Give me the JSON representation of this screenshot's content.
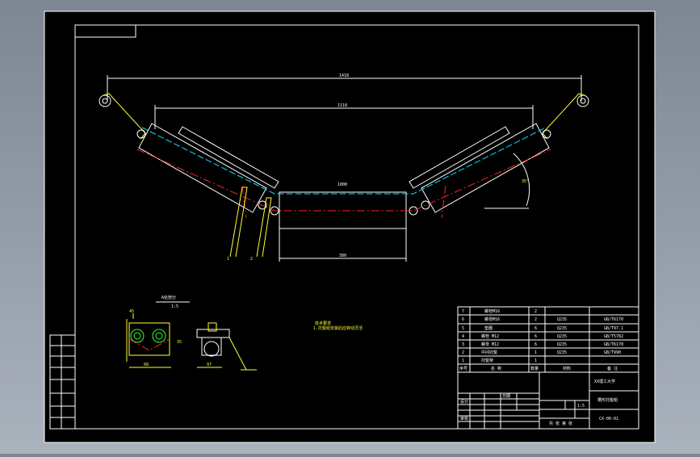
{
  "drawing": {
    "dimensions": {
      "total_width": "1418",
      "inner_width": "1118",
      "top_roller_length": "1000",
      "bottom_roller_length": "380",
      "angle": "35°",
      "bracket_label_1": "1",
      "bracket_label_2": "2"
    },
    "detail_view": {
      "title": "A处剖分",
      "scale": "1:5",
      "dim_width": "68",
      "dim_height": "35",
      "dim_side": "97",
      "dim_top": "45"
    },
    "tech_notes": {
      "title": "技术要求",
      "line1": "1.托辊组安装后应转动灵活"
    },
    "bom": {
      "rows": [
        {
          "no": "7",
          "name": "螺栓M16",
          "qty": "2",
          "mat": "",
          "note": ""
        },
        {
          "no": "6",
          "name": "螺母M16",
          "qty": "2",
          "mat": "Q235",
          "note": "GB/T6170"
        },
        {
          "no": "5",
          "name": "垫圈",
          "qty": "6",
          "mat": "Q235",
          "note": "GB/T97.1"
        },
        {
          "no": "4",
          "name": "螺栓 M12",
          "qty": "6",
          "mat": "Q235",
          "note": "GB/T5782"
        },
        {
          "no": "3",
          "name": "螺母 M12",
          "qty": "6",
          "mat": "Q235",
          "note": "GB/T6170"
        },
        {
          "no": "2",
          "name": "中间托辊",
          "qty": "1",
          "mat": "Q235",
          "note": "GB/T990"
        },
        {
          "no": "1",
          "name": "托辊架",
          "qty": "1",
          "mat": "",
          "note": ""
        }
      ],
      "header": {
        "no": "序号",
        "name": "名 称",
        "qty": "数量",
        "mat": "材料",
        "note": "备 注"
      }
    },
    "title_block": {
      "school": "XX理工大学",
      "part_name": "槽形托辊组",
      "drawing_no": "CX-00-01",
      "scale": "1:5",
      "sheet": "共 张 第 张",
      "designer": "设计",
      "checker": "审核",
      "date": "日期"
    }
  }
}
